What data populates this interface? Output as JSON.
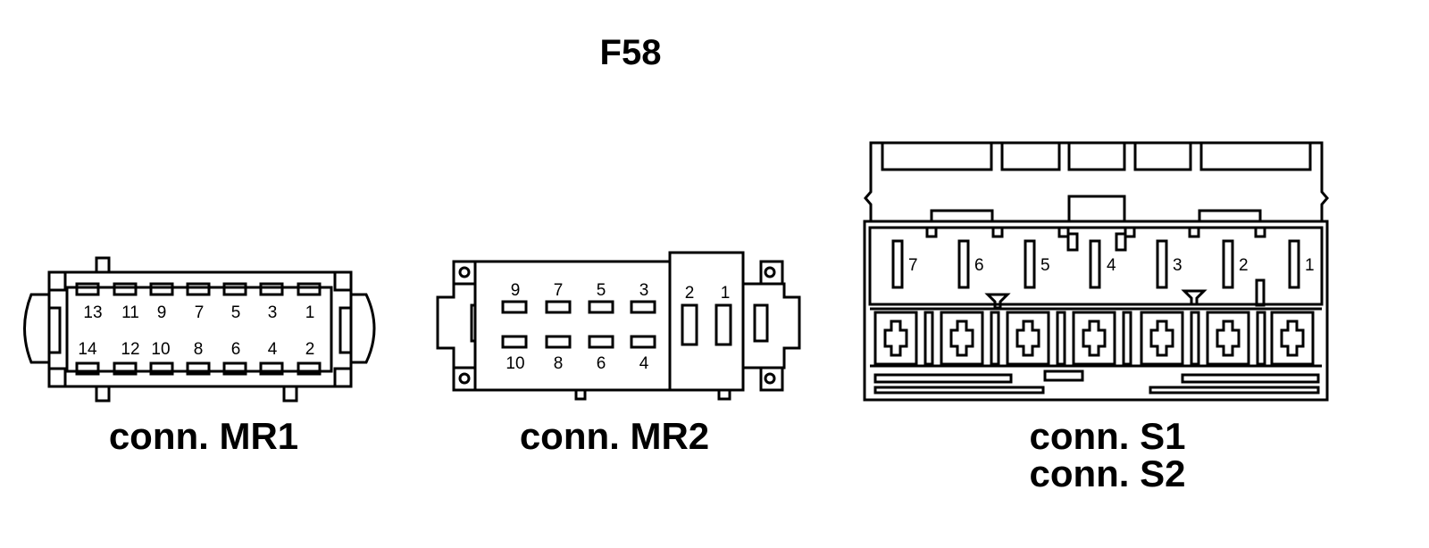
{
  "title": "F58",
  "connectors": {
    "mr1": {
      "caption": "conn. MR1",
      "pins_top": [
        "13",
        "11",
        "9",
        "7",
        "5",
        "3",
        "1"
      ],
      "pins_bottom": [
        "14",
        "12",
        "10",
        "8",
        "6",
        "4",
        "2"
      ]
    },
    "mr2": {
      "caption": "conn. MR2",
      "pins_top": [
        "9",
        "7",
        "5",
        "3"
      ],
      "pins_bottom": [
        "10",
        "8",
        "6",
        "4"
      ],
      "pins_large": [
        "2",
        "1"
      ]
    },
    "s": {
      "caption_line1": "conn. S1",
      "caption_line2": "conn. S2",
      "pins": [
        "7",
        "6",
        "5",
        "4",
        "3",
        "2",
        "1"
      ]
    }
  }
}
